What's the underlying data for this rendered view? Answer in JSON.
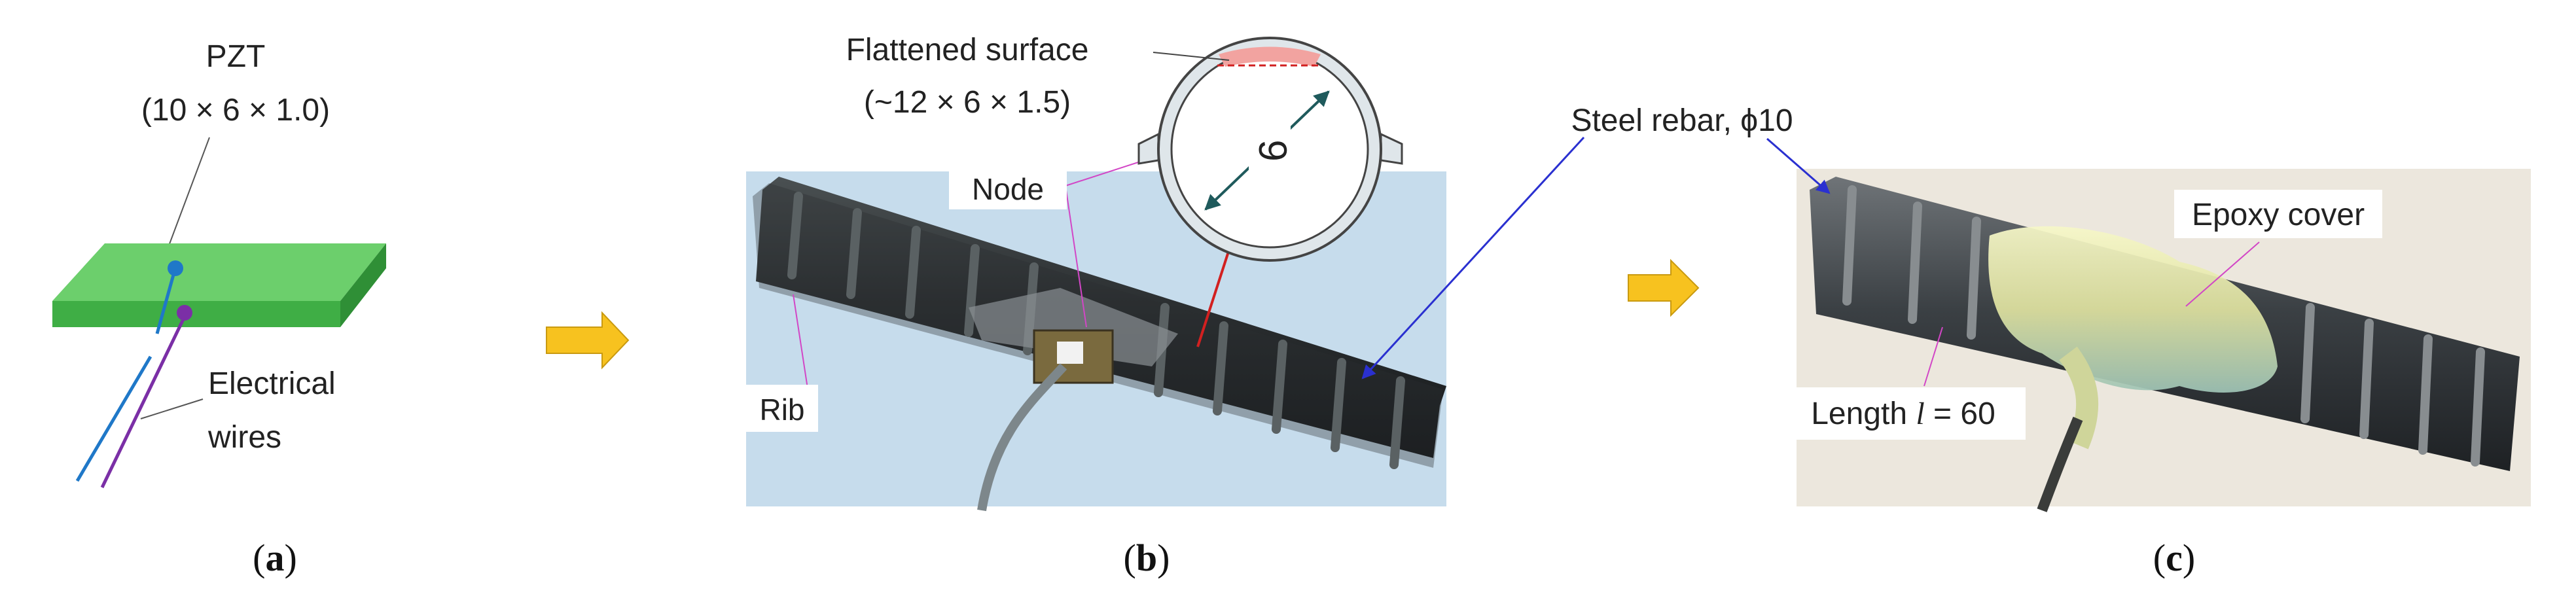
{
  "panel_a": {
    "title_line1": "PZT",
    "title_line2": "(10 × 6 × 1.0)",
    "wires_line1": "Electrical",
    "wires_line2": "wires",
    "caption_open": "(",
    "caption_letter": "a",
    "caption_close": ")",
    "colors": {
      "plate_top": "#6ccf6c",
      "plate_side": "#3fae45",
      "wire_blue": "#1f78c8",
      "wire_purple": "#7b2fa6"
    }
  },
  "panel_b": {
    "flattened_line1": "Flattened surface",
    "flattened_line2": "(~12 × 6 × 1.5)",
    "node_label": "Node",
    "rib_label": "Rib",
    "steel_label": "Steel rebar, ϕ10",
    "diameter_value": "9",
    "caption_open": "(",
    "caption_letter": "b",
    "caption_close": ")",
    "colors": {
      "background": "#c6dcec",
      "rebar": "#2b2f31",
      "arrow_red": "#d22020",
      "arrow_blue": "#2a30d0",
      "flat_surface": "#f2a3a0"
    }
  },
  "panel_c": {
    "epoxy_label": "Epoxy cover",
    "length_prefix": "Length ",
    "length_symbol": "l",
    "length_suffix": " = 60",
    "caption_open": "(",
    "caption_letter": "c",
    "caption_close": ")",
    "colors": {
      "background": "#ece7dd",
      "epoxy": "#e2e6a4"
    }
  },
  "flow_arrows": {
    "color": "#f7c21f",
    "count": 2
  }
}
